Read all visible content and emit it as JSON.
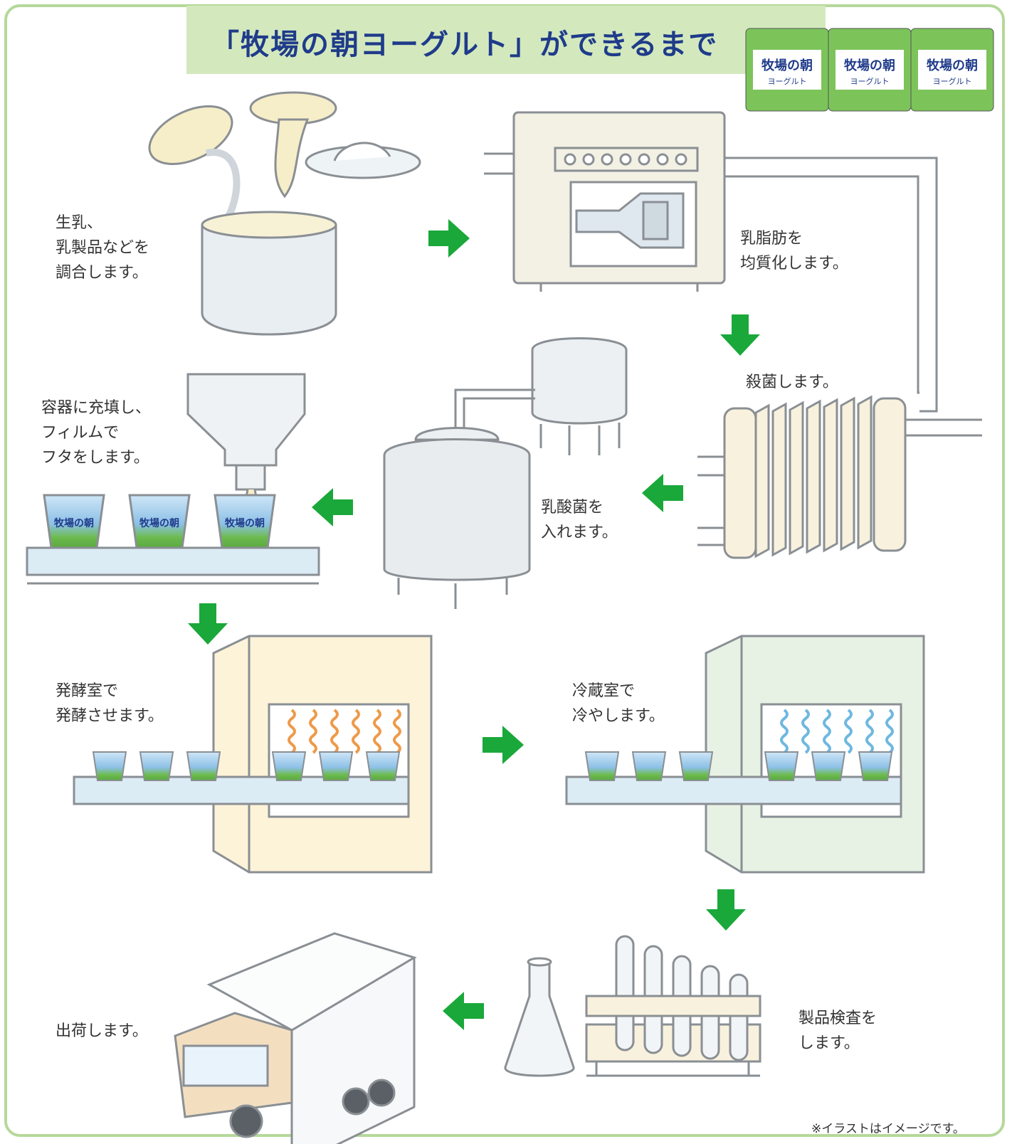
{
  "title": "「牧場の朝ヨーグルト」ができるまで",
  "product_label": "牧場の朝",
  "product_sublabel": "ヨーグルト",
  "steps": [
    {
      "text": "生乳、\n乳製品などを\n調合します。"
    },
    {
      "text": "乳脂肪を\n均質化します。"
    },
    {
      "text": "殺菌します。"
    },
    {
      "text": "乳酸菌を\n入れます。"
    },
    {
      "text": "容器に充填し、\nフィルムで\nフタをします。"
    },
    {
      "text": "発酵室で\n発酵させます。"
    },
    {
      "text": "冷蔵室で\n冷やします。"
    },
    {
      "text": "製品検査を\nします。"
    },
    {
      "text": "出荷します。"
    }
  ],
  "note": "※イラストはイメージです。",
  "colors": {
    "frame": "#b5d89a",
    "title_band": "#d3e9bd",
    "title_text": "#1f3b8a",
    "arrow": "#1aa83a",
    "line": "#8a8f94",
    "cup_blue": "#6fa7d8",
    "cup_green": "#5fb54a",
    "belt": "#dcecf5",
    "ferment_room": "#fdf3d8",
    "cold_room": "#e7f2e4",
    "heat_wave": "#ee9a4a",
    "cold_wave": "#6fb8e0",
    "truck_cab": "#f3dfc0"
  },
  "icons": [
    "arrow-right-icon",
    "arrow-down-icon",
    "arrow-left-icon"
  ]
}
